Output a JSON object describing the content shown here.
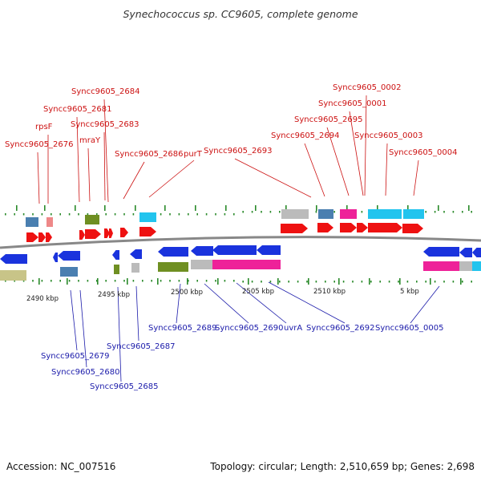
{
  "title": "Synechococcus sp. CC9605, complete genome",
  "accession_text": "Accession: NC_007516",
  "summary_text": "Topology: circular; Length: 2,510,659 bp; Genes: 2,698",
  "scale_labels": [
    "2490 kbp",
    "2495 kbp",
    "2500 kbp",
    "2505 kbp",
    "2510 kbp",
    "5 kbp"
  ],
  "forward_labels": [
    "Syncc9605_2676",
    "rpsF",
    "Syncc9605_2681",
    "Syncc9605_2684",
    "Syncc9605_2683",
    "mraY",
    "Syncc9605_2686",
    "purT",
    "Syncc9605_2693",
    "Syncc9605_2694",
    "Syncc9605_2695",
    "Syncc9605_0001",
    "Syncc9605_0002",
    "Syncc9605_0003",
    "Syncc9605_0004"
  ],
  "reverse_labels": [
    "Syncc9605_2679",
    "Syncc9605_2680",
    "Syncc9605_2685",
    "Syncc9605_2687",
    "Syncc9605_2689",
    "Syncc9605_2690",
    "uvrA",
    "Syncc9605_2692",
    "Syncc9605_0005"
  ],
  "colors": {
    "forward_label": "#cc1111",
    "reverse_label": "#1a1aaa",
    "forward_cds": "#ee1111",
    "reverse_cds": "#1a33dd",
    "backbone": "#888888",
    "tick": "#2a8a2a",
    "steelblue": "#4a7fb0",
    "olive": "#6f8f22",
    "cyan": "#22c4ee",
    "magenta": "#ee2299",
    "gray": "#bbbbbb",
    "pink": "#ee8888",
    "khaki": "#c8c488"
  }
}
